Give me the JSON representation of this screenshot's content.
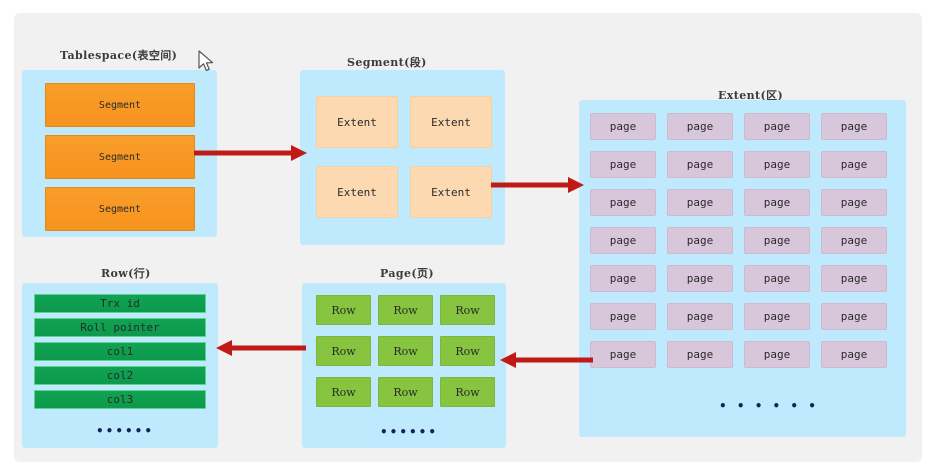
{
  "diagram": {
    "title_font_note": "",
    "colors": {
      "canvas_bg": "#f1f1f1",
      "group_bg": "#bfeafd",
      "segment_fill": "#f7931e",
      "extent_fill": "#fcd9b0",
      "page_fill": "#d8c7da",
      "row_fill": "#87c440",
      "column_fill": "#0aa14f",
      "arrow": "#c01a16"
    },
    "groups": {
      "tablespace": {
        "title": "Tablespace(表空间)",
        "items": [
          "Segment",
          "Segment",
          "Segment"
        ]
      },
      "segment": {
        "title": "Segment(段)",
        "items": [
          "Extent",
          "Extent",
          "Extent",
          "Extent"
        ]
      },
      "extent": {
        "title": "Extent(区)",
        "items": [
          [
            "page",
            "page",
            "page",
            "page"
          ],
          [
            "page",
            "page",
            "page",
            "page"
          ],
          [
            "page",
            "page",
            "page",
            "page"
          ],
          [
            "page",
            "page",
            "page",
            "page"
          ],
          [
            "page",
            "page",
            "page",
            "page"
          ],
          [
            "page",
            "page",
            "page",
            "page"
          ],
          [
            "page",
            "page",
            "page",
            "page"
          ]
        ],
        "ellipsis": "• • • • • •"
      },
      "page": {
        "title": "Page(页)",
        "items": [
          [
            "Row",
            "Row",
            "Row"
          ],
          [
            "Row",
            "Row",
            "Row"
          ],
          [
            "Row",
            "Row",
            "Row"
          ]
        ],
        "ellipsis": "••••••"
      },
      "row": {
        "title": "Row(行)",
        "items": [
          "Trx id",
          "Roll pointer",
          "col1",
          "col2",
          "col3"
        ],
        "ellipsis": "••••••"
      }
    },
    "arrows": [
      {
        "name": "tablespace-to-segment",
        "direction": "right"
      },
      {
        "name": "segment-to-extent",
        "direction": "right"
      },
      {
        "name": "extent-to-page",
        "direction": "left"
      },
      {
        "name": "page-to-row",
        "direction": "left"
      }
    ],
    "cursor": {
      "name": "mouse-pointer"
    }
  }
}
